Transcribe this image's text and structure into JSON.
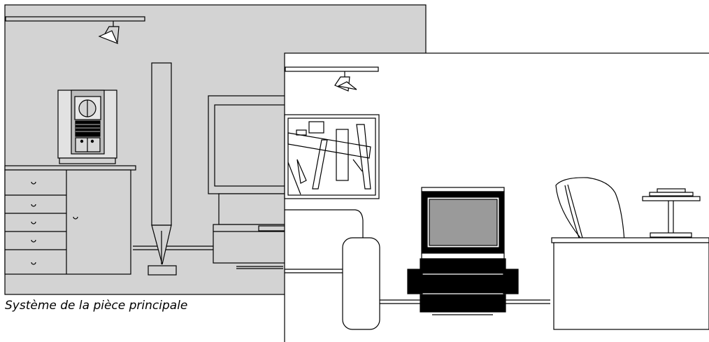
{
  "caption": "Système de la pièce principale",
  "colors": {
    "main_room_bg": "#d3d3d3",
    "link_room_bg": "#ffffff",
    "outline": "#000000",
    "tv_screen_main": "#d3d3d3",
    "tv_screen_link": "#9a9a9a"
  },
  "illustrations": [
    "main-room-scene",
    "link-room-scene"
  ]
}
